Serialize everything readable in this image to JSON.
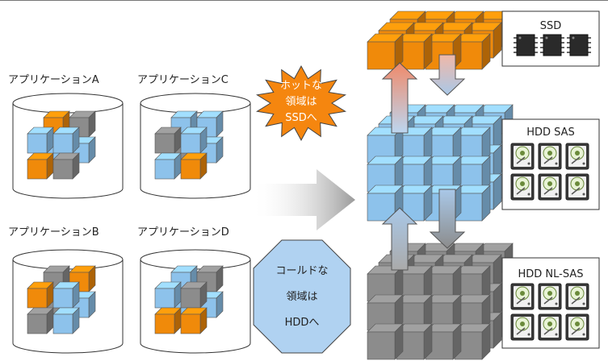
{
  "applications": [
    {
      "label": "アプリケーションA"
    },
    {
      "label": "アプリケーションC"
    },
    {
      "label": "アプリケーションB"
    },
    {
      "label": "アプリケーションD"
    }
  ],
  "callouts": {
    "hot": {
      "lines": [
        "ホットな",
        "領域は",
        "SSDへ"
      ],
      "color": "#F5860F"
    },
    "cold": {
      "lines": [
        "コールドな",
        "領域は",
        "HDDへ"
      ],
      "color": "#B0D2F1"
    }
  },
  "tiers": [
    {
      "label": "SSD",
      "color": "#F39A1D"
    },
    {
      "label": "HDD SAS",
      "color": "#8DC2EB"
    },
    {
      "label": "HDD NL-SAS",
      "color": "#8C8C8C"
    }
  ],
  "colors": {
    "hot": "#F08A0A",
    "warm": "#8DC2EB",
    "cold": "#8C8C8C",
    "line": "#333333"
  }
}
